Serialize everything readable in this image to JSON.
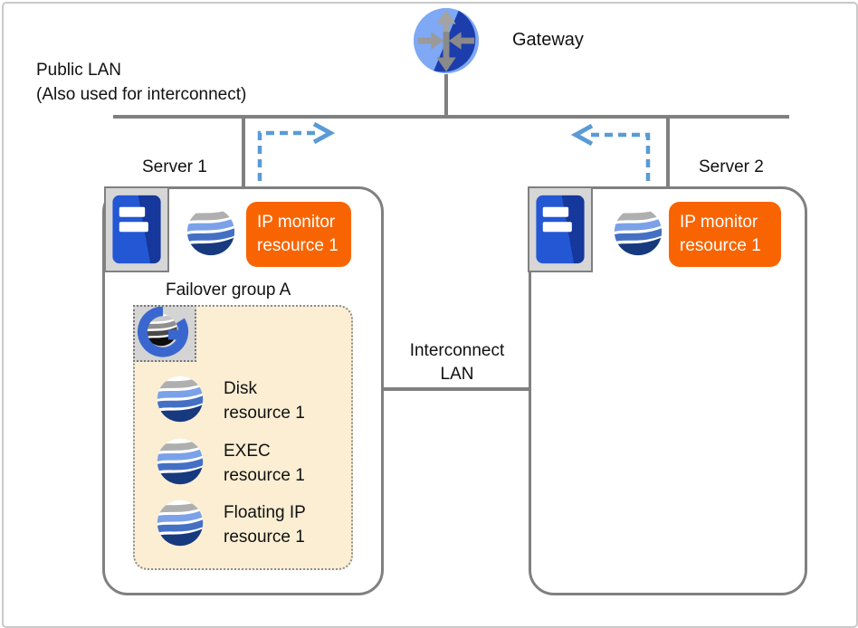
{
  "labels": {
    "gateway": "Gateway",
    "public_lan": "Public LAN\n(Also used for interconnect)",
    "interconnect_lan": "Interconnect\nLAN",
    "server1": "Server 1",
    "server2": "Server 2",
    "failover_group": "Failover group A",
    "ip_monitor_1": "IP monitor\nresource 1",
    "ip_monitor_2": "IP monitor\nresource 1"
  },
  "failover_group": {
    "resources": [
      {
        "label": "Disk\nresource 1"
      },
      {
        "label": "EXEC\nresource 1"
      },
      {
        "label": "Floating IP\nresource 1"
      }
    ]
  },
  "icons": {
    "gateway": "router-gateway-icon",
    "server": "server-tower-icon",
    "resource": "wave-resource-icon",
    "group": "failover-group-icon",
    "flow_right": "dashed-arrow-right-icon",
    "flow_left": "dashed-arrow-left-icon"
  },
  "colors": {
    "lan_line": "#808080",
    "box_border": "#808080",
    "arrow_blue": "#5b9bd5",
    "monitor_badge": "#f96402",
    "group_fill": "#fbeed3",
    "chip_gray": "#d6d6d6",
    "server_blue": "#2357d4",
    "gateway_light_blue": "#7fa8f5",
    "gateway_dark_blue": "#1c3eac",
    "wave_navy": "#17397e"
  }
}
